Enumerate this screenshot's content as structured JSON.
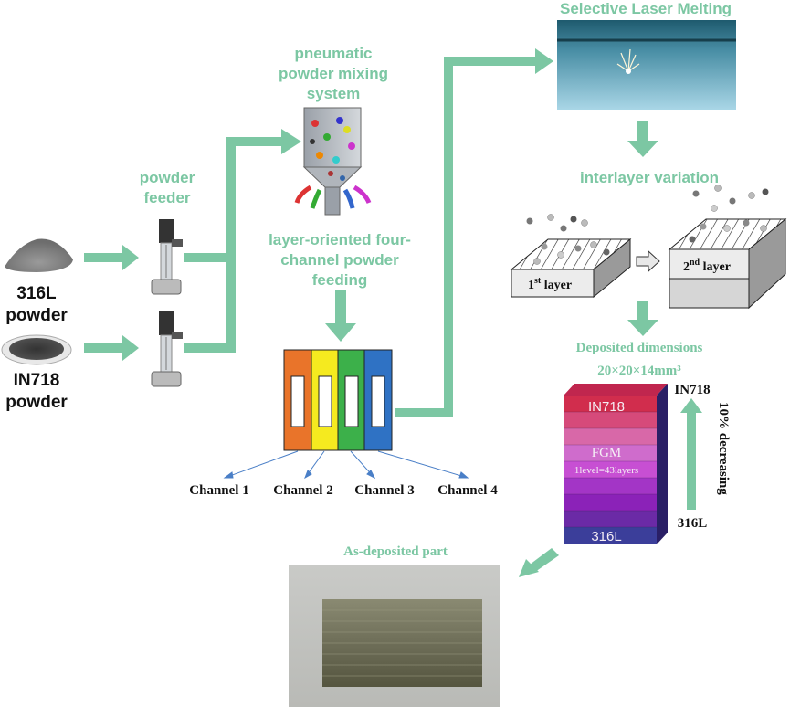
{
  "stages": {
    "slm_title": "Selective Laser Melting",
    "pneumatic_line1": "pneumatic",
    "pneumatic_line2": "powder mixing",
    "pneumatic_line3": "system",
    "feeder_line1": "powder",
    "feeder_line2": "feeder",
    "layer_feed_line1": "layer-oriented four-",
    "layer_feed_line2": "channel powder",
    "layer_feed_line3": "feeding",
    "interlayer": "interlayer variation",
    "dims_line1": "Deposited dimensions",
    "dims_line2": "20×20×14mm³",
    "asdeposited": "As-deposited part"
  },
  "powders": {
    "p1_line1": "316L",
    "p1_line2": "powder",
    "p2_line1": "IN718",
    "p2_line2": "powder"
  },
  "channels": {
    "c1": "Channel 1",
    "c2": "Channel 2",
    "c3": "Channel 3",
    "c4": "Channel 4",
    "colors": [
      "#e9742a",
      "#f5ea1f",
      "#3cb04a",
      "#2f72c4"
    ]
  },
  "layers": {
    "first": "1",
    "first_sup": "st",
    "first_word": " layer",
    "second": "2",
    "second_sup": "nd",
    "second_word": " layer"
  },
  "fgm": {
    "top": "IN718",
    "mid": "FGM",
    "sub": "1level=43layers",
    "bottom": "316L",
    "right_top": "IN718",
    "right_bottom": "316L",
    "gradient_note": "10% decreasing"
  },
  "colors": {
    "accent": "#7cc7a3"
  }
}
